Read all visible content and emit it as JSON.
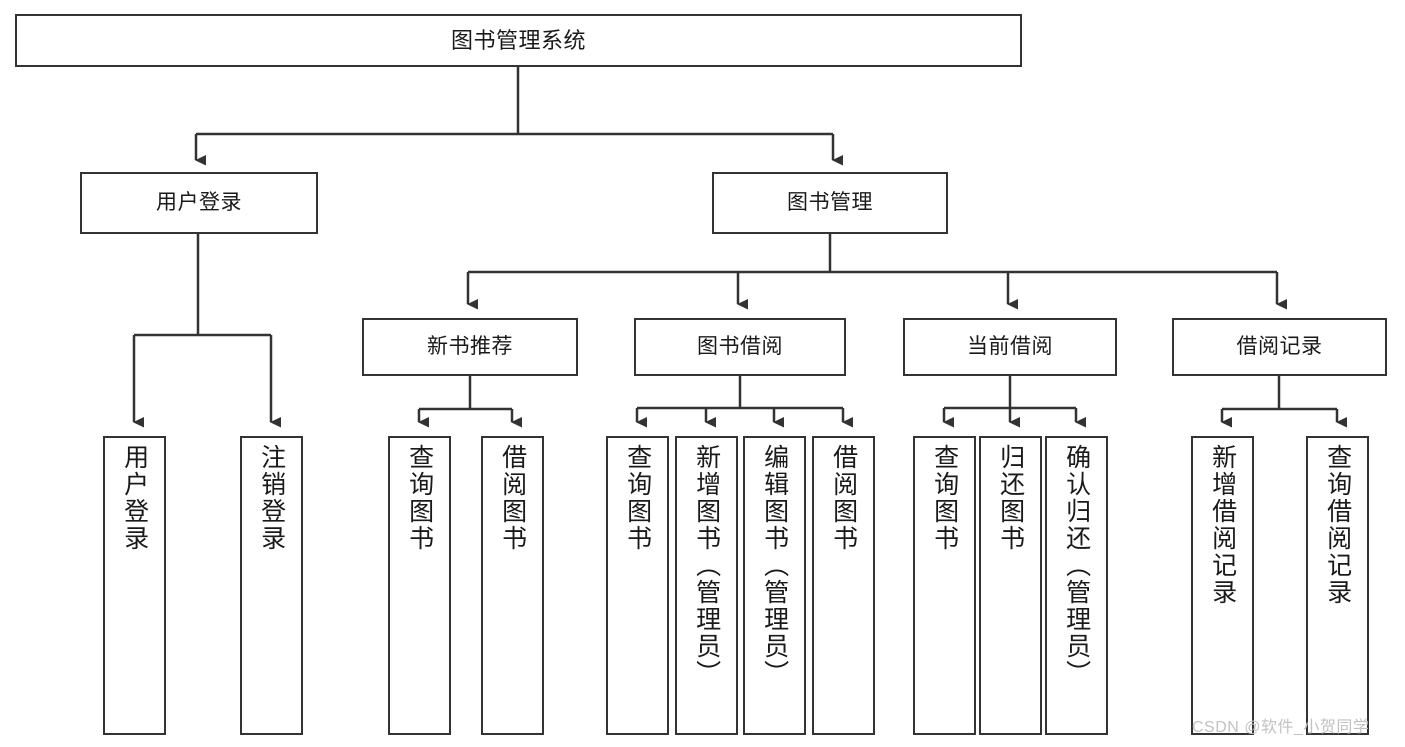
{
  "diagram": {
    "type": "tree-hierarchy",
    "title": "图书管理系统",
    "watermark": "CSDN @软件_小贺同学",
    "colors": {
      "background": "#ffffff",
      "node_border": "#333333",
      "node_fill": "#ffffff",
      "text": "#1a1a1a",
      "edge": "#333333",
      "watermark": "#c2c2c2"
    },
    "levels": {
      "root": {
        "label": "图书管理系统"
      },
      "level2": [
        {
          "id": "user-login",
          "label": "用户登录"
        },
        {
          "id": "book-manage",
          "label": "图书管理"
        }
      ],
      "level3": [
        {
          "id": "new-book-rec",
          "label": "新书推荐",
          "parent": "book-manage"
        },
        {
          "id": "book-borrow",
          "label": "图书借阅",
          "parent": "book-manage"
        },
        {
          "id": "current-borrow",
          "label": "当前借阅",
          "parent": "book-manage"
        },
        {
          "id": "borrow-record",
          "label": "借阅记录",
          "parent": "book-manage"
        }
      ],
      "leaves": {
        "user-login": [
          {
            "id": "leaf-user-login",
            "label": "用户登录"
          },
          {
            "id": "leaf-logout",
            "label": "注销登录"
          }
        ],
        "new-book-rec": [
          {
            "id": "leaf-query-book-1",
            "label": "查询图书"
          },
          {
            "id": "leaf-borrow-book-1",
            "label": "借阅图书"
          }
        ],
        "book-borrow": [
          {
            "id": "leaf-query-book-2",
            "label": "查询图书"
          },
          {
            "id": "leaf-add-book",
            "label": "新增图书（管理员）"
          },
          {
            "id": "leaf-edit-book",
            "label": "编辑图书（管理员）"
          },
          {
            "id": "leaf-borrow-book-2",
            "label": "借阅图书"
          }
        ],
        "current-borrow": [
          {
            "id": "leaf-query-book-3",
            "label": "查询图书"
          },
          {
            "id": "leaf-return-book",
            "label": "归还图书"
          },
          {
            "id": "leaf-confirm-return",
            "label": "确认归还（管理员）"
          }
        ],
        "borrow-record": [
          {
            "id": "leaf-add-record",
            "label": "新增借阅记录"
          },
          {
            "id": "leaf-query-record",
            "label": "查询借阅记录"
          }
        ]
      }
    }
  }
}
